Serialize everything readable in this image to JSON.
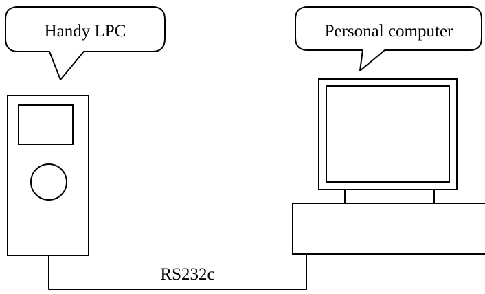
{
  "bubbles": {
    "handy_lpc": "Handy LPC",
    "personal_computer": "Personal computer"
  },
  "connection": {
    "label": "RS232c"
  }
}
